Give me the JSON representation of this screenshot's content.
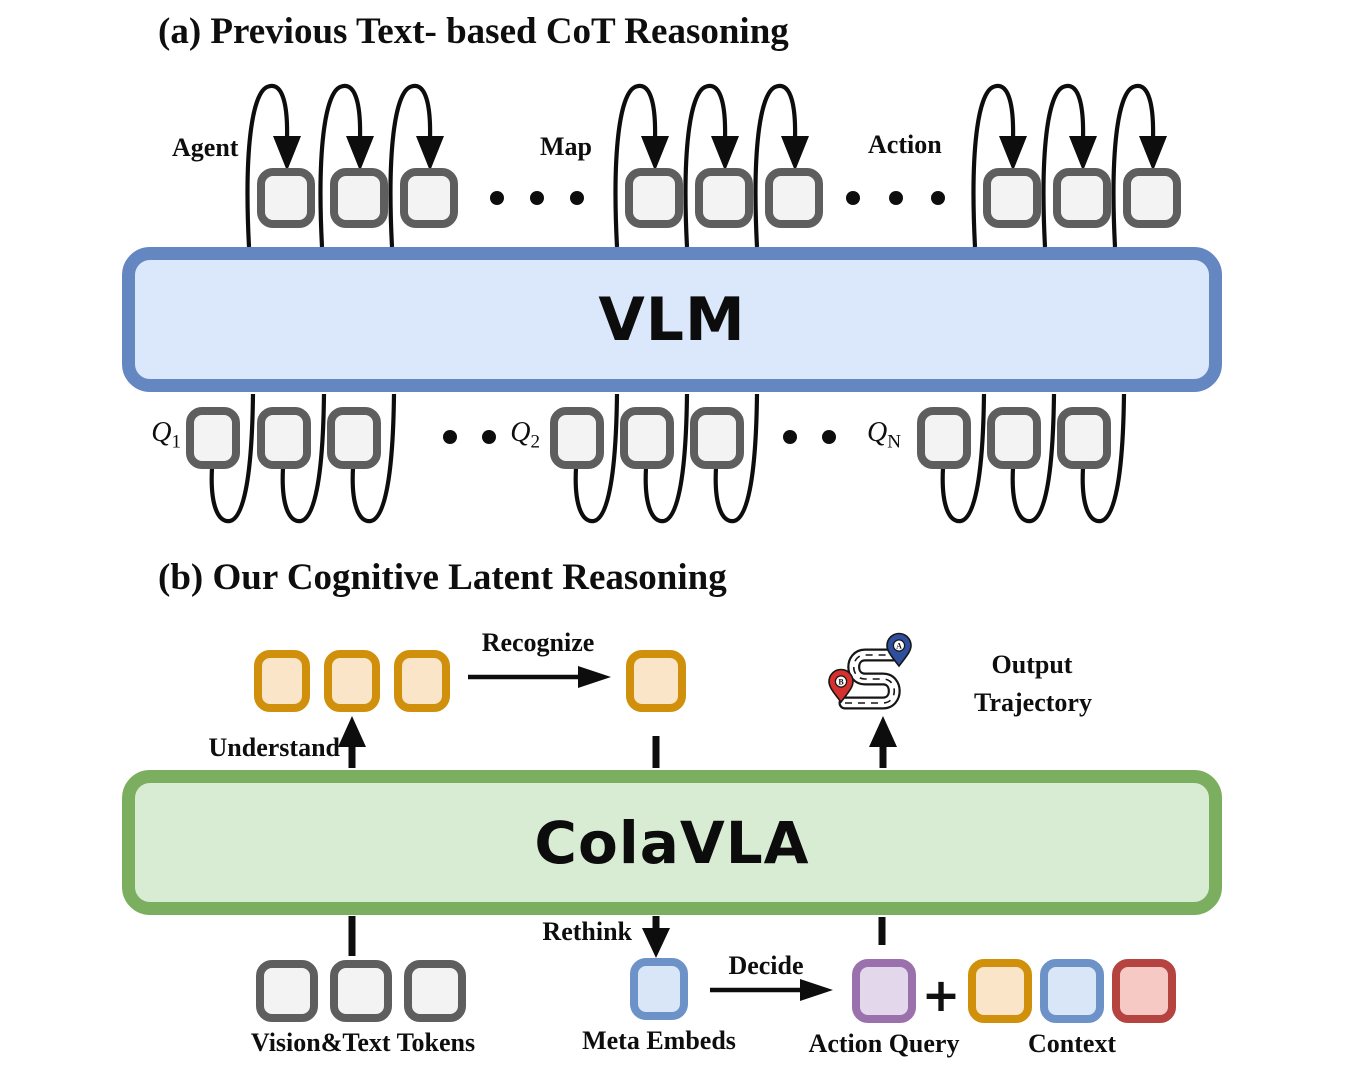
{
  "panel_a": {
    "title": "(a) Previous Text- based CoT Reasoning",
    "model_label": "VLM",
    "top_groups": [
      {
        "label": "Agent"
      },
      {
        "label": "Map"
      },
      {
        "label": "Action"
      }
    ],
    "bottom_queries": [
      {
        "base": "Q",
        "sub": "1"
      },
      {
        "base": "Q",
        "sub": "2"
      },
      {
        "base": "Q",
        "sub": "N"
      }
    ]
  },
  "panel_b": {
    "title": "(b) Our Cognitive Latent Reasoning",
    "model_label": "ColaVLA",
    "labels": {
      "recognize": "Recognize",
      "understand": "Understand",
      "rethink": "Rethink",
      "decide": "Decide",
      "output_line1": "Output",
      "output_line2": "Trajectory",
      "vision_text_tokens": "Vision&Text Tokens",
      "meta_embeds": "Meta Embeds",
      "action_query": "Action Query",
      "context": "Context",
      "plus": "+"
    },
    "trajectory_icon": {
      "pin_a": "A",
      "pin_b": "B"
    }
  },
  "colors": {
    "line": "#0d0d0d",
    "gray-border": "#5e5e5e",
    "gray-fill": "#f3f3f3",
    "vlm-border": "#6486c1",
    "vlm-fill": "#dbe7fa",
    "green-border": "#7cae5f",
    "green-fill": "#d8ecd3",
    "orange-border": "#d0900b",
    "orange-fill": "#fbe5c8",
    "blue-border": "#6d92c8",
    "blue-fill": "#d8e6f8",
    "purple-border": "#9a70ad",
    "purple-fill": "#e3d7ec",
    "red-border": "#b5433f",
    "red-fill": "#f6c9c5",
    "pin-a": "#2f4f9e",
    "pin-b": "#d6312e"
  }
}
